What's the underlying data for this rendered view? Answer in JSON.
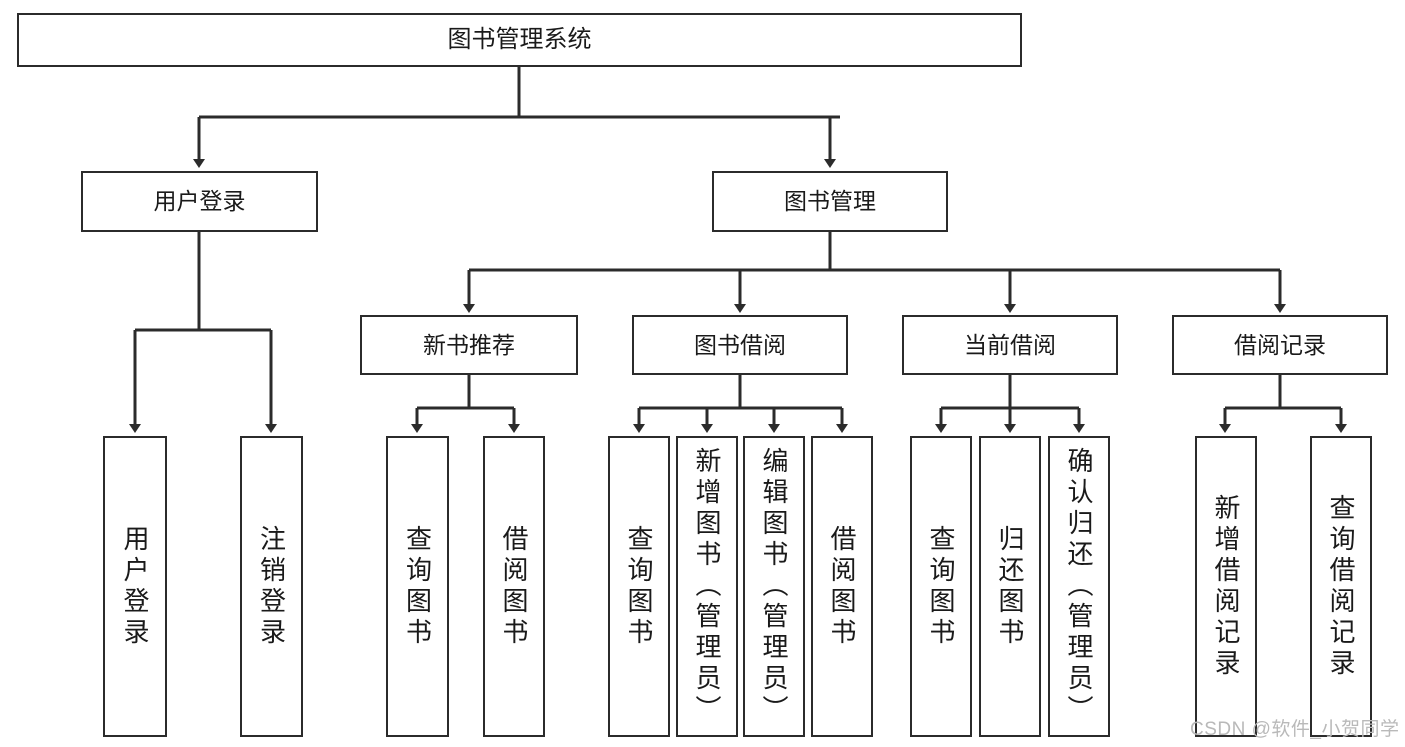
{
  "diagram": {
    "title_node": {
      "label": "图书管理系统"
    },
    "level1": [
      {
        "label": "用户登录"
      },
      {
        "label": "图书管理"
      }
    ],
    "level2": [
      {
        "label": "新书推荐"
      },
      {
        "label": "图书借阅"
      },
      {
        "label": "当前借阅"
      },
      {
        "label": "借阅记录"
      }
    ],
    "leaves": {
      "user_login": [
        {
          "label": "用户登录"
        },
        {
          "label": "注销登录"
        }
      ],
      "new_book_recommend": [
        {
          "label": "查询图书"
        },
        {
          "label": "借阅图书"
        }
      ],
      "book_borrow": [
        {
          "label": "查询图书"
        },
        {
          "label": "新增图书（管理员）"
        },
        {
          "label": "编辑图书（管理员）"
        },
        {
          "label": "借阅图书"
        }
      ],
      "current_borrow": [
        {
          "label": "查询图书"
        },
        {
          "label": "归还图书"
        },
        {
          "label": "确认归还（管理员）"
        }
      ],
      "borrow_records": [
        {
          "label": "新增借阅记录"
        },
        {
          "label": "查询借阅记录"
        }
      ]
    }
  },
  "watermark": {
    "text": "CSDN @软件_小贺同学"
  },
  "colors": {
    "stroke": "#2b2b2b",
    "background": "#ffffff",
    "text": "#1a1a1a",
    "watermark": "#b9b9b9"
  }
}
